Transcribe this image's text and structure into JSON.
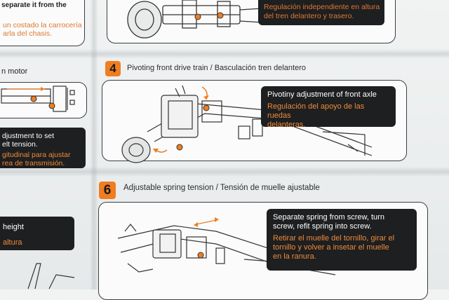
{
  "top": {
    "left_text_en": "separate it from the",
    "left_text_es_1": "un costado la carrocería",
    "left_text_es_2": "arla del chasis.",
    "right_caption_es_1": "Regulación independiente en altura",
    "right_caption_es_2": "del tren delantero y trasero."
  },
  "step4": {
    "number": "4",
    "title": "Pivoting front drive train / Basculación tren delantero",
    "caption_en": "Pivotiny adjustment of front axle",
    "caption_es_1": "Regulación del apoyo de las ruedas",
    "caption_es_2": "delanteras."
  },
  "left_middle": {
    "header": "n motor",
    "caption_en_1": "djustment to set",
    "caption_en_2": "elt tension.",
    "caption_es_1": "gitudinal para ajustar",
    "caption_es_2": "rea de transmisión."
  },
  "step6": {
    "number": "6",
    "title": "Adjustable spring tension  / Tensión de muelle ajustable",
    "caption_en_1": "Separate spring from screw, turn",
    "caption_en_2": "screw, refit spring into screw.",
    "caption_es_1": "Retirar el muelle del tornillo, girar el",
    "caption_es_2": "tornillo y volver a insetar el muelle",
    "caption_es_3": "en la ranura."
  },
  "left_bottom": {
    "caption_en": "height",
    "caption_es": "altura"
  },
  "colors": {
    "accent_orange": "#f07d20",
    "caption_bg": "#1d1f20",
    "caption_es": "#f08a3a"
  }
}
